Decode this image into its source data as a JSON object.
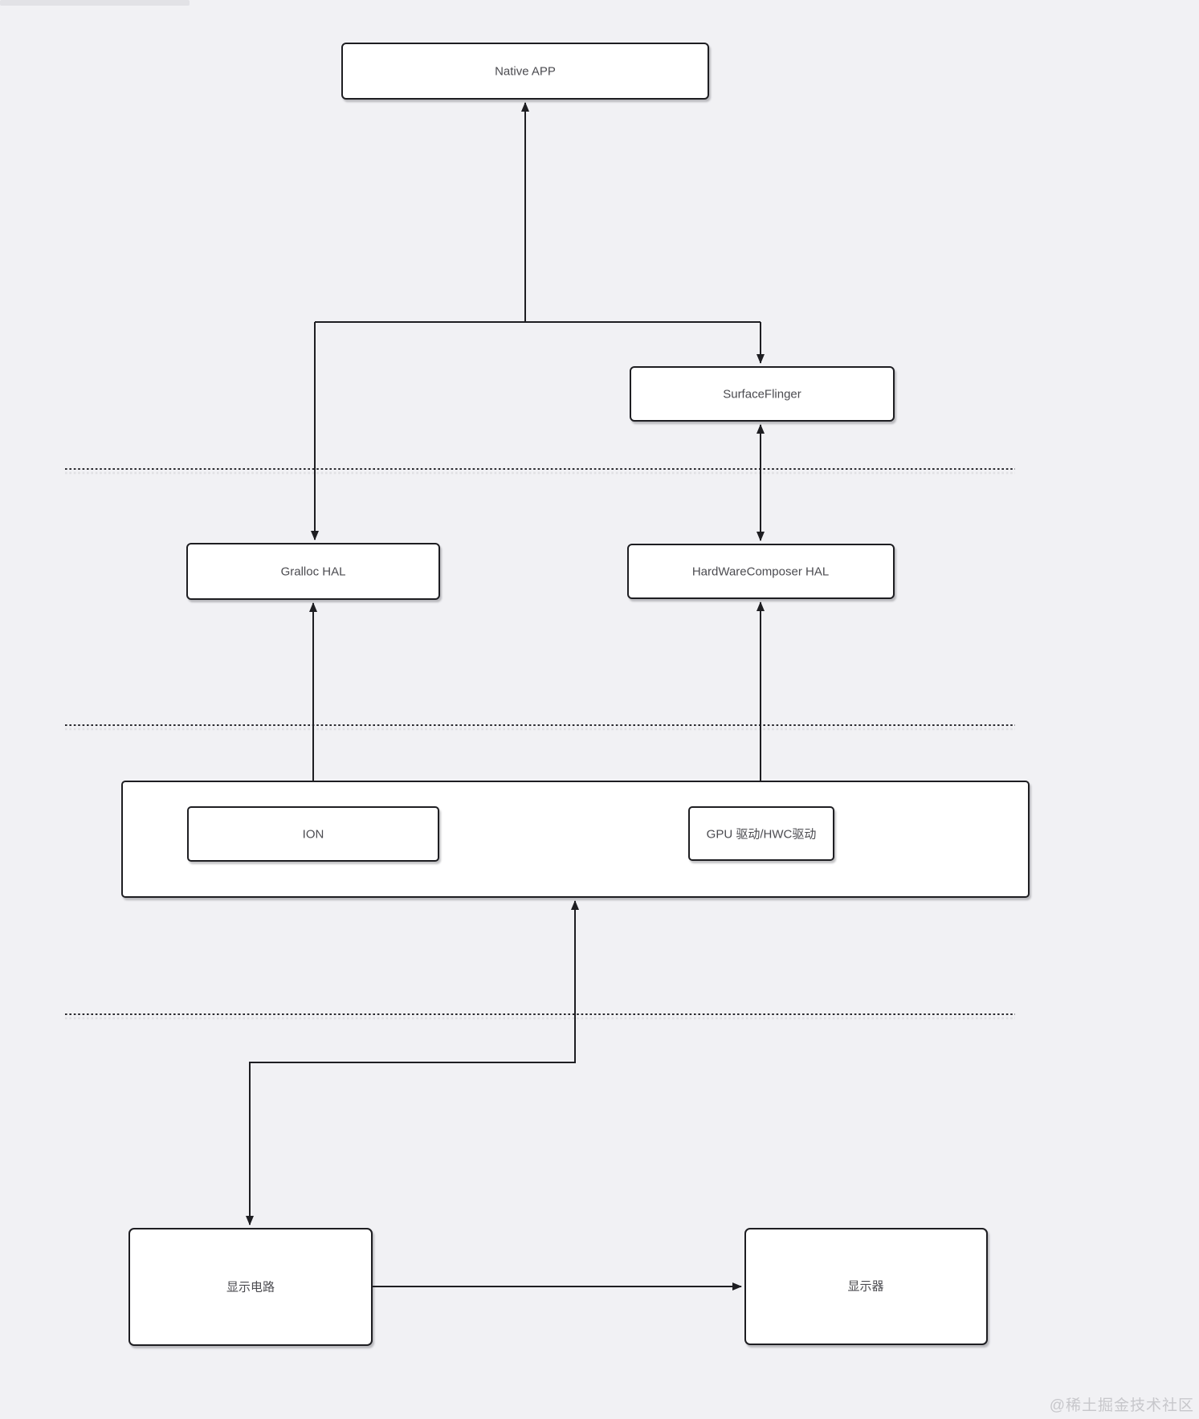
{
  "page": {
    "watermark": "@稀土掘金技术社区",
    "background_color": "#f1f1f4"
  },
  "colors": {
    "line": "#1e1e22",
    "box_border": "#1e1e22",
    "box_fill": "#ffffff",
    "label_text": "#4b4b50",
    "separator": "#2b2b30",
    "watermark_text": "#c7c7cb"
  },
  "nodes": {
    "native_app": {
      "label": "Native APP"
    },
    "surface_flinger": {
      "label": "SurfaceFlinger"
    },
    "gralloc_hal": {
      "label": "Gralloc HAL"
    },
    "hardware_composer_hal": {
      "label": "HardWareComposer HAL"
    },
    "ion": {
      "label": "ION"
    },
    "gpu_driver": {
      "label": "GPU 驱动/HWC驱动"
    },
    "display_circuit": {
      "label": "显示电路"
    },
    "display": {
      "label": "显示器"
    }
  },
  "edges": [
    {
      "from": "branch-junction",
      "to": "native_app",
      "arrows": "end"
    },
    {
      "from": "branch-junction",
      "to": "gralloc_hal",
      "arrows": "end"
    },
    {
      "from": "branch-junction",
      "to": "surface_flinger",
      "arrows": "end"
    },
    {
      "from": "surface_flinger",
      "to": "hardware_composer_hal",
      "arrows": "both"
    },
    {
      "from": "gralloc_hal",
      "to": "ion",
      "arrows": "both"
    },
    {
      "from": "hardware_composer_hal",
      "to": "gpu_driver",
      "arrows": "both"
    },
    {
      "from": "driver_container",
      "to": "display_circuit",
      "arrows": "both"
    },
    {
      "from": "display_circuit",
      "to": "display",
      "arrows": "end"
    }
  ],
  "separators": {
    "count": 3
  }
}
